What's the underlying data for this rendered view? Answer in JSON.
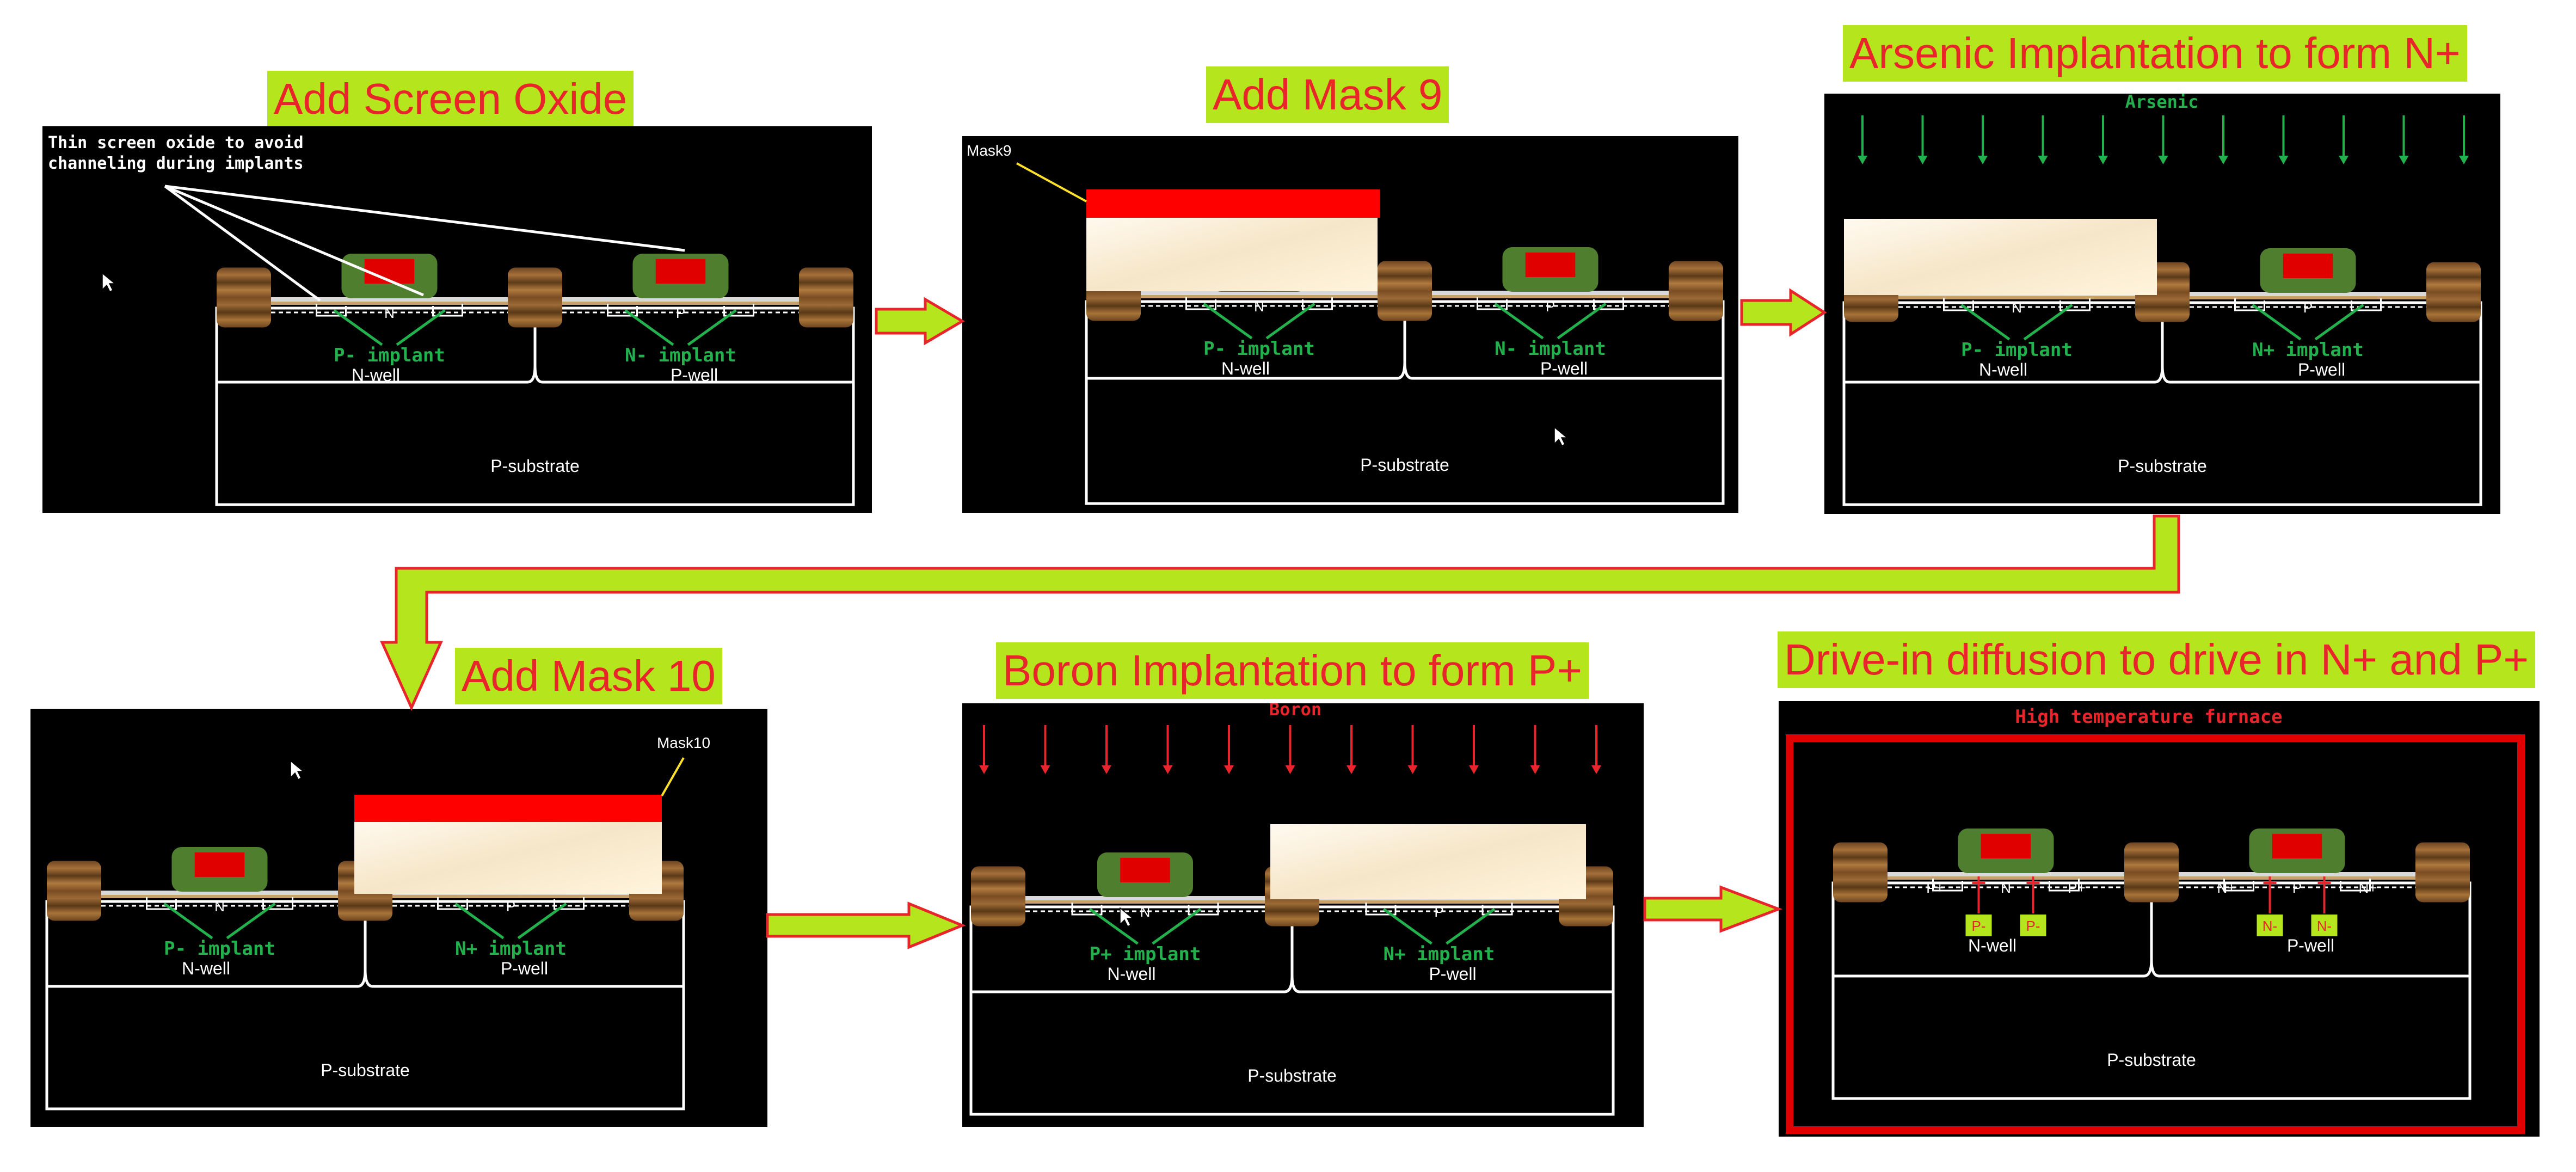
{
  "steps": [
    {
      "title": "Add Screen Oxide",
      "note": "Thin screen oxide to avoid\nchanneling during implants",
      "left_implant": "P- implant",
      "right_implant": "N- implant",
      "left_ch": "N",
      "right_ch": "P",
      "left_well": "N-well",
      "right_well": "P-well",
      "substrate": "P-substrate"
    },
    {
      "title": "Add Mask 9",
      "mask_label": "Mask9",
      "left_implant": "P- implant",
      "right_implant": "N- implant",
      "left_ch": "N",
      "right_ch": "P",
      "left_well": "N-well",
      "right_well": "P-well",
      "substrate": "P-substrate"
    },
    {
      "title": "Arsenic Implantation to form N+",
      "species": "Arsenic",
      "left_implant": "P- implant",
      "right_implant": "N+ implant",
      "left_ch": "N",
      "right_ch": "P",
      "left_well": "N-well",
      "right_well": "P-well",
      "substrate": "P-substrate"
    },
    {
      "title": "Add Mask 10",
      "mask_label": "Mask10",
      "left_implant": "P- implant",
      "right_implant": "N+ implant",
      "left_ch": "N",
      "right_ch": "P",
      "left_well": "N-well",
      "right_well": "P-well",
      "substrate": "P-substrate"
    },
    {
      "title": "Boron Implantation to form P+",
      "species": "Boron",
      "left_implant": "P+ implant",
      "right_implant": "N+ implant",
      "left_ch": "N",
      "right_ch": "P",
      "left_well": "N-well",
      "right_well": "P-well",
      "substrate": "P-substrate"
    },
    {
      "title": "Drive-in diffusion to drive in N+ and P+",
      "furnace": "High temperature furnace",
      "left_well": "N-well",
      "right_well": "P-well",
      "substrate": "P-substrate",
      "left_pp": "P+",
      "left_ch": "N",
      "right_nn": "N+",
      "right_ch": "P",
      "ldd_left": "P-",
      "ldd_right": "N-"
    }
  ],
  "colors": {
    "title_bg": "#b5e61d",
    "title_text": "#e8252a",
    "implant_label": "#22b14c",
    "mask": "#ff0000",
    "gate_oxide": "#4f7f2e",
    "gate_poly": "#e00000",
    "arrow_fill": "#b5e61d",
    "arrow_stroke": "#e8252a",
    "species_arsenic": "#22b14c",
    "species_boron": "#e8252a"
  }
}
